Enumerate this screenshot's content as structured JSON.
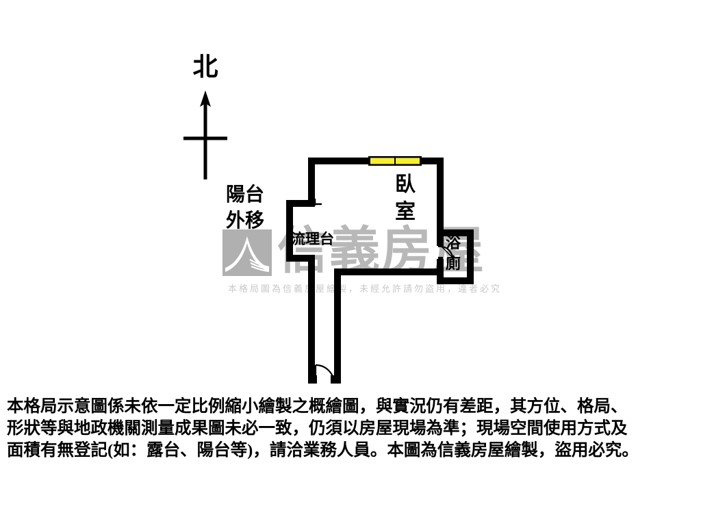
{
  "document": {
    "type": "floor-plan",
    "title": "格局示意圖",
    "background_color": "#ffffff"
  },
  "compass": {
    "north_label": "北",
    "icon": "compass-north-arrow",
    "color": "#000000"
  },
  "annotations": {
    "balcony_note_line1": "陽台",
    "balcony_note_line2": "外移",
    "balcony_note_full": "陽台外移",
    "leader_line": "balcony-leader-line"
  },
  "rooms": [
    {
      "id": "bedroom",
      "label": "臥\n室",
      "label_flat": "臥室"
    },
    {
      "id": "kitchen-counter",
      "label": "流理台",
      "label_flat": "流理台"
    },
    {
      "id": "bathroom",
      "label": "浴\n廁",
      "label_flat": "浴廁"
    }
  ],
  "features": {
    "window": {
      "name": "window",
      "color": "#f5ef2e",
      "panes": 2
    },
    "entry_door": {
      "name": "entry-door",
      "swing": "arc"
    },
    "bathroom_door": {
      "name": "bathroom-door",
      "swing": "arc"
    }
  },
  "watermark": {
    "logo": "sinyi-realty-logo",
    "brand_text": "信義房屋",
    "notice": "本格局圖為信義房屋繪製，未經允許請勿盜用，違者必究",
    "logo_color": "#b0b0b0",
    "text_color": "#b8b8b8"
  },
  "disclaimer": {
    "line1": "本格局示意圖係未依一定比例縮小繪製之概繪圖，與實況仍有差距，其方位、格局、",
    "line2": "形狀等與地政機關測量成果圖未必一致，仍須以房屋現場為準；現場空間使用方式及",
    "line3": "面積有無登記(如：露台、陽台等)，請洽業務人員。本圖為信義房屋繪製，盜用必究。"
  },
  "colors": {
    "wall": "#000000",
    "window": "#f5ef2e",
    "paper": "#ffffff",
    "watermark_gray": "#b8b8b8"
  }
}
